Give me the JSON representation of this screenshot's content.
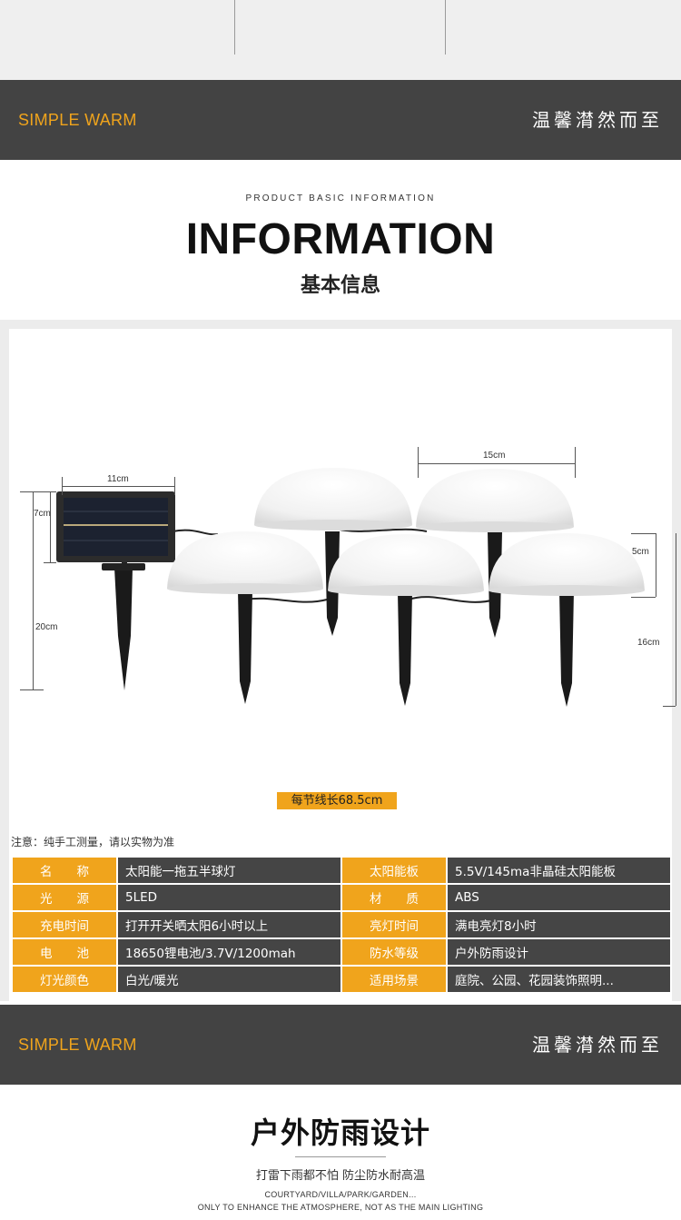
{
  "banner_top": {
    "left": "SIMPLE WARM",
    "right": "温馨潸然而至"
  },
  "section": {
    "subtitle_en": "PRODUCT BASIC INFORMATION",
    "title": "INFORMATION",
    "title_cn": "基本信息"
  },
  "dimensions": {
    "panel_width": "11cm",
    "panel_height": "7cm",
    "panel_total": "20cm",
    "dome_width": "15cm",
    "dome_height": "5cm",
    "light_total": "16cm"
  },
  "cable_label": "每节线长68.5cm",
  "note": "注意：纯手工测量，请以实物为准",
  "specs": [
    {
      "k1": "名　　称",
      "v1": "太阳能一拖五半球灯",
      "k2": "太阳能板",
      "v2": "5.5V/145ma非晶硅太阳能板"
    },
    {
      "k1": "光　　源",
      "v1": "5LED",
      "k2": "材　　质",
      "v2": "ABS"
    },
    {
      "k1": "充电时间",
      "v1": "打开开关晒太阳6小时以上",
      "k2": "亮灯时间",
      "v2": "满电亮灯8小时"
    },
    {
      "k1": "电　　池",
      "v1": "18650锂电池/3.7V/1200mah",
      "k2": "防水等级",
      "v2": "户外防雨设计"
    },
    {
      "k1": "灯光颜色",
      "v1": "白光/暖光",
      "k2": "适用场景",
      "v2": "庭院、公园、花园装饰照明..."
    }
  ],
  "banner_bottom": {
    "left": "SIMPLE WARM",
    "right": "温馨潸然而至"
  },
  "footer": {
    "title": "户外防雨设计",
    "subtitle": "打雷下雨都不怕 防尘防水耐高温",
    "en_line1": "COURTYARD/VILLA/PARK/GARDEN...",
    "en_line2": "ONLY TO ENHANCE THE ATMOSPHERE, NOT AS THE MAIN LIGHTING"
  },
  "colors": {
    "accent": "#f0a41c",
    "band": "#434343",
    "cell": "#454545"
  }
}
